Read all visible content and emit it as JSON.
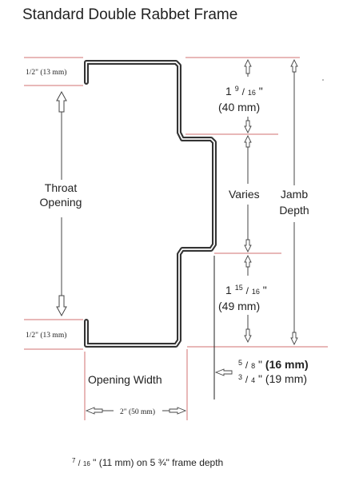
{
  "title": "Standard Double Rabbet Frame",
  "labels": {
    "top_return": "1/2\" (13 mm)",
    "bottom_return": "1/2\" (13 mm)",
    "throat_line1": "Throat",
    "throat_line2": "Opening",
    "top_dim_whole": "1",
    "top_dim_num": "9",
    "top_dim_den": "16",
    "top_dim_mm": "(40 mm)",
    "varies": "Varies",
    "jamb_line1": "Jamb",
    "jamb_line2": "Depth",
    "bottom_dim_whole": "1",
    "bottom_dim_num": "15",
    "bottom_dim_den": "16",
    "bottom_dim_mm": "(49 mm)",
    "face_a_num": "5",
    "face_a_den": "8",
    "face_a_mm": "(16 mm)",
    "face_b_num": "3",
    "face_b_den": "4",
    "face_b_mm": "(19 mm)",
    "opening_width": "Opening Width",
    "opening_dim": "2\" (50 mm)",
    "footer_num": "7",
    "footer_den": "16",
    "footer_mm": "(11 mm)",
    "footer_text": "on 5 ¾\" frame depth"
  },
  "colors": {
    "profile": "#333333",
    "guide": "#d07070",
    "ink": "#222222",
    "dim_line": "#444444"
  }
}
